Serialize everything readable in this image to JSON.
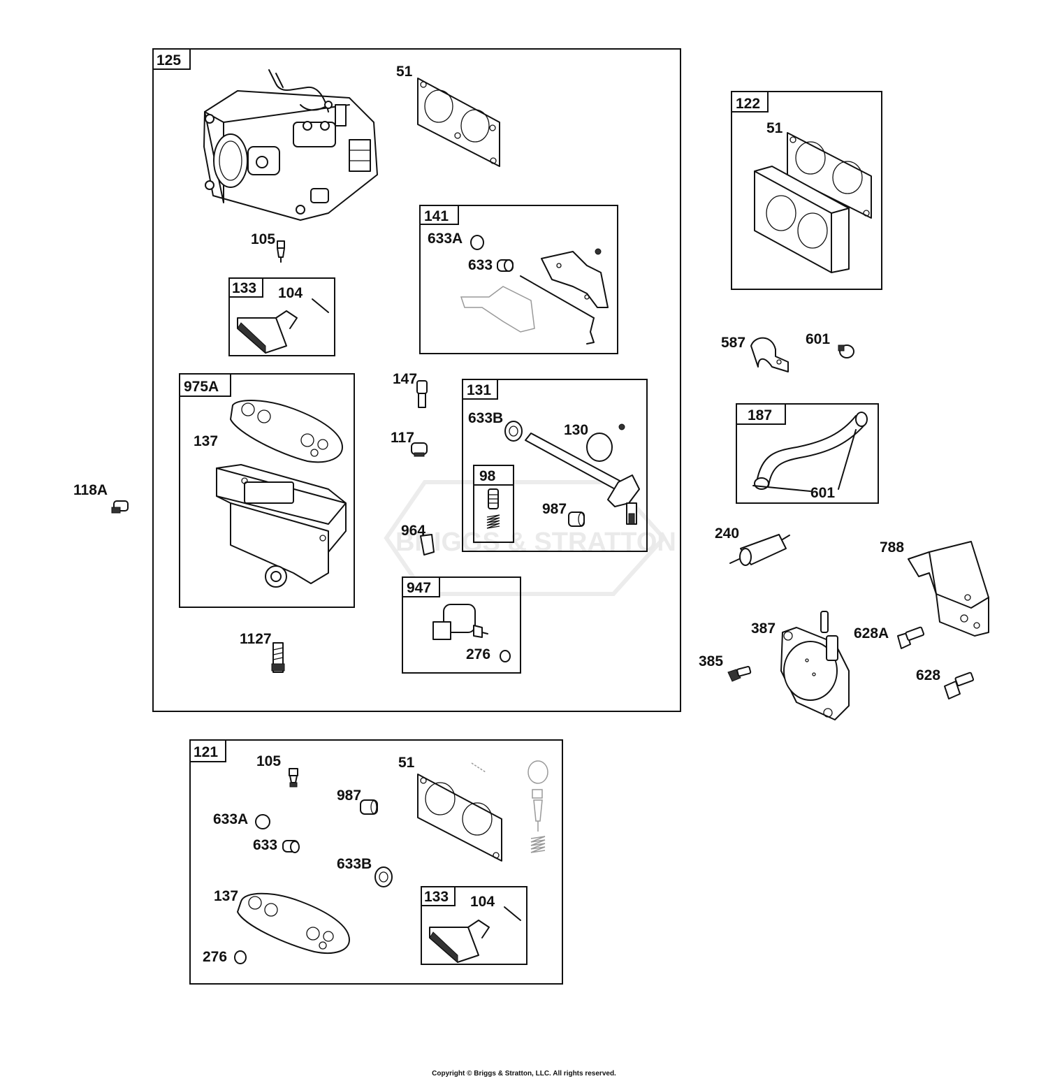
{
  "watermark": "BRIGGS & STRATTON",
  "copyright": "Copyright © Briggs & Stratton, LLC. All rights reserved.",
  "boxes": {
    "b125": "125",
    "b141": "141",
    "b133a": "133",
    "b975a": "975A",
    "b131": "131",
    "b98": "98",
    "b947": "947",
    "b122": "122",
    "b187": "187",
    "b121": "121",
    "b133b": "133"
  },
  "parts": {
    "p51a": "51",
    "p105a": "105",
    "p104a": "104",
    "p633Aa": "633A",
    "p633a": "633",
    "p137a": "137",
    "p147": "147",
    "p117": "117",
    "p633Ba": "633B",
    "p130": "130",
    "p987a": "987",
    "p964": "964",
    "p276a": "276",
    "p1127": "1127",
    "p118A": "118A",
    "p51b": "51",
    "p587": "587",
    "p601a": "601",
    "p601b": "601",
    "p240": "240",
    "p788": "788",
    "p387": "387",
    "p628A": "628A",
    "p385": "385",
    "p628": "628",
    "p105b": "105",
    "p51c": "51",
    "p987b": "987",
    "p633Ab": "633A",
    "p633b": "633",
    "p633Bb": "633B",
    "p137b": "137",
    "p104b": "104",
    "p276b": "276"
  }
}
